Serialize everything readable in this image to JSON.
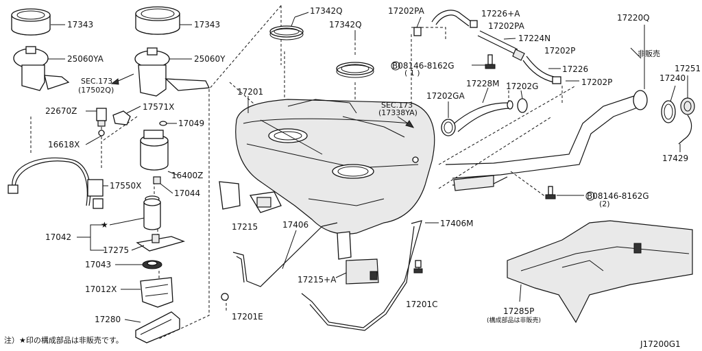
{
  "diagram_id": "J17200G1",
  "footnote": "注）★印の構成部品は非販売です。",
  "star": "★",
  "labels": {
    "p17343a": "17343",
    "p17343b": "17343",
    "p25060ya": "25060YA",
    "p25060y": "25060Y",
    "sec173a_1": "SEC.173",
    "sec173a_2": "(17502Q)",
    "p22670z": "22670Z",
    "p17571x": "17571X",
    "p17049": "17049",
    "p16618x": "16618X",
    "p16400z": "16400Z",
    "p17044": "17044",
    "p17550x": "17550X",
    "p17042": "17042",
    "p17275": "17275",
    "p17043": "17043",
    "p17012x": "17012X",
    "p17280": "17280",
    "p17342q_a": "17342Q",
    "p17342q_b": "17342Q",
    "p17201": "17201",
    "p17215": "17215",
    "p17406": "17406",
    "p17201e": "17201E",
    "p17215a": "17215+A",
    "p17406m": "17406M",
    "p17201c": "17201C",
    "p17202pa_a": "17202PA",
    "p17226a": "17226+A",
    "p17202pa_b": "17202PA",
    "p17224n": "17224N",
    "p17202p_a": "17202P",
    "bolt1_1": "B08146-8162G",
    "bolt1_2": "( 1 )",
    "p17226": "17226",
    "p17202p_b": "17202P",
    "sec173b_1": "SEC.173",
    "sec173b_2": "(17338YA)",
    "p17228m": "17228M",
    "p17202ga": "17202GA",
    "p17202g": "17202G",
    "p17220q": "17220Q",
    "notsold": "非販売",
    "p17240": "17240",
    "p17251": "17251",
    "p17429": "17429",
    "bolt2_1": "B08146-8162G",
    "bolt2_2": "(2)",
    "p17285p": "17285P",
    "p17285p_note": "(構成部品は非販売)"
  }
}
